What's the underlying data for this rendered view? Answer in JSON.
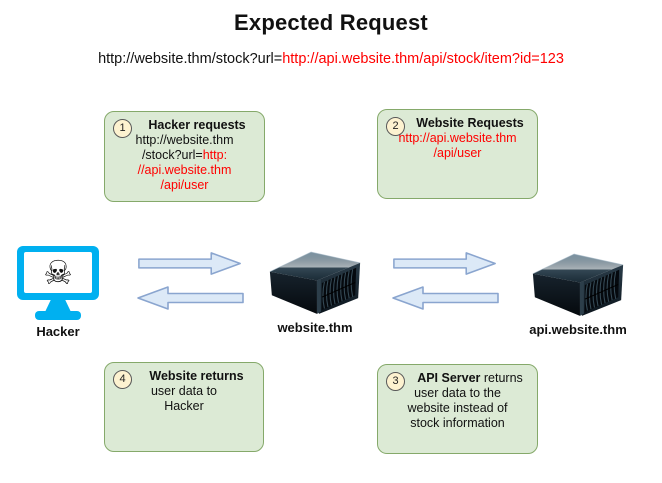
{
  "title": "Expected Request",
  "request": {
    "normal": "http://website.thm/stock?url=",
    "attack": "http://api.website.thm/api/stock/item?id=123"
  },
  "steps": [
    {
      "number": "1",
      "heading_bold": "Hacker requests",
      "heading_rest": "",
      "lines": [
        {
          "segments": [
            {
              "text": "http://website.thm",
              "red": false
            }
          ]
        },
        {
          "segments": [
            {
              "text": "/stock?url=",
              "red": false
            },
            {
              "text": "http:",
              "red": true
            }
          ]
        },
        {
          "segments": [
            {
              "text": "//api.website.thm",
              "red": true
            }
          ]
        },
        {
          "segments": [
            {
              "text": "/api/user",
              "red": true
            }
          ]
        }
      ]
    },
    {
      "number": "2",
      "heading_bold": "Website Requests",
      "heading_rest": "",
      "lines": [
        {
          "segments": [
            {
              "text": "http://api.website.thm",
              "red": true
            }
          ]
        },
        {
          "segments": [
            {
              "text": "/api/user",
              "red": true
            }
          ]
        }
      ]
    },
    {
      "number": "3",
      "heading_bold": "API Server",
      "heading_rest": " returns",
      "lines": [
        {
          "segments": [
            {
              "text": "user data to the",
              "red": false
            }
          ]
        },
        {
          "segments": [
            {
              "text": "website instead of",
              "red": false
            }
          ]
        },
        {
          "segments": [
            {
              "text": "stock information",
              "red": false
            }
          ]
        }
      ]
    },
    {
      "number": "4",
      "heading_bold": "Website returns",
      "heading_rest": "",
      "lines": [
        {
          "segments": [
            {
              "text": "user data to",
              "red": false
            }
          ]
        },
        {
          "segments": [
            {
              "text": "Hacker",
              "red": false
            }
          ]
        }
      ]
    }
  ],
  "nodes": {
    "hacker": {
      "label": "Hacker"
    },
    "website": {
      "label": "website.thm"
    },
    "api": {
      "label": "api.website.thm"
    }
  },
  "icons": {
    "skull": "☠",
    "hacker_icon": "skull-crossbones-monitor",
    "server_icon": "rack-server",
    "arrow_icon": "block-arrow"
  },
  "colors": {
    "highlight_red": "#ff0000",
    "box_fill": "#dcead5",
    "box_border": "#85a96a",
    "circle_fill": "#fdf2d0",
    "circle_border": "#595959",
    "arrow_fill": "#dce9f7",
    "arrow_border": "#8aa5cf",
    "monitor_blue": "#00b0f0"
  }
}
